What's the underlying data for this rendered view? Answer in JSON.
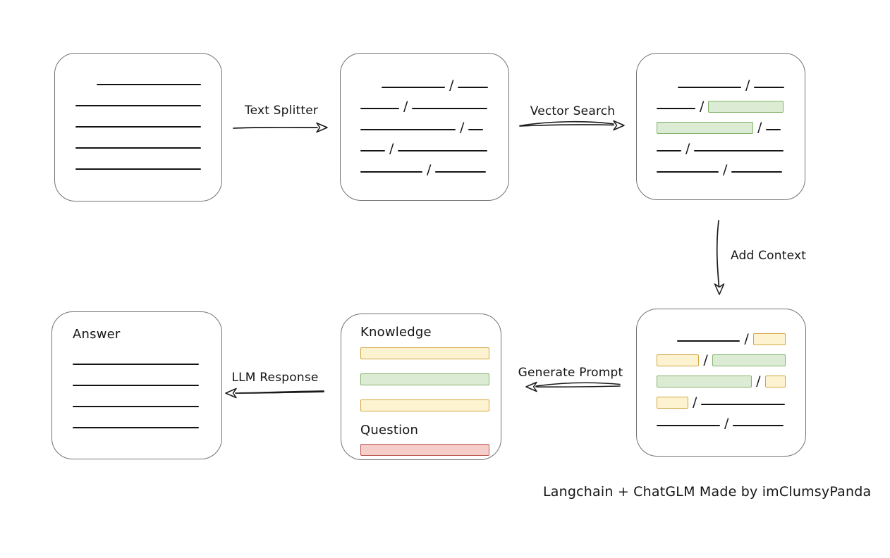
{
  "labels": {
    "text_splitter": "Text Splitter",
    "vector_search": "Vector Search",
    "add_context": "Add Context",
    "generate_prompt": "Generate Prompt",
    "llm_response": "LLM Response",
    "knowledge": "Knowledge",
    "question": "Question",
    "answer": "Answer",
    "caption": "Langchain + ChatGLM Made by imClumsyPanda"
  },
  "colors": {
    "green_fill": "#dcebd3",
    "green_stroke": "#85b36a",
    "yellow_fill": "#fdf3d1",
    "yellow_stroke": "#d2a53e",
    "red_fill": "#f5cdc9",
    "red_stroke": "#bb5a54",
    "line": "#141414",
    "node_border": "#737373"
  },
  "boxes": {
    "document": {
      "rows": [
        [
          {
            "t": "sp",
            "w": 30
          },
          {
            "t": "ln",
            "w": 149
          }
        ],
        [
          {
            "t": "ln",
            "w": 179
          }
        ],
        [
          {
            "t": "ln",
            "w": 179
          }
        ],
        [
          {
            "t": "ln",
            "w": 179
          }
        ],
        [
          {
            "t": "ln",
            "w": 179
          }
        ]
      ]
    },
    "chunks": {
      "rows": [
        [
          {
            "t": "sp",
            "w": 30
          },
          {
            "t": "ln",
            "w": 90
          },
          {
            "t": "sl"
          },
          {
            "t": "ln",
            "w": 43
          }
        ],
        [
          {
            "t": "ln",
            "w": 55
          },
          {
            "t": "sl"
          },
          {
            "t": "ln",
            "w": 107
          }
        ],
        [
          {
            "t": "ln",
            "w": 135
          },
          {
            "t": "sl"
          },
          {
            "t": "ln",
            "w": 21
          }
        ],
        [
          {
            "t": "ln",
            "w": 35
          },
          {
            "t": "sl"
          },
          {
            "t": "ln",
            "w": 127
          }
        ],
        [
          {
            "t": "ln",
            "w": 88
          },
          {
            "t": "sl"
          },
          {
            "t": "ln",
            "w": 72
          }
        ]
      ]
    },
    "vector": {
      "rows": [
        [
          {
            "t": "sp",
            "w": 30
          },
          {
            "t": "ln",
            "w": 90
          },
          {
            "t": "sl"
          },
          {
            "t": "ln",
            "w": 43
          }
        ],
        [
          {
            "t": "ln",
            "w": 55
          },
          {
            "t": "sl"
          },
          {
            "t": "gr",
            "w": 107
          }
        ],
        [
          {
            "t": "gr",
            "w": 137
          },
          {
            "t": "sl"
          },
          {
            "t": "ln",
            "w": 21
          }
        ],
        [
          {
            "t": "ln",
            "w": 35
          },
          {
            "t": "sl"
          },
          {
            "t": "ln",
            "w": 127
          }
        ],
        [
          {
            "t": "ln",
            "w": 88
          },
          {
            "t": "sl"
          },
          {
            "t": "ln",
            "w": 72
          }
        ]
      ]
    },
    "context": {
      "rows": [
        [
          {
            "t": "sp",
            "w": 30
          },
          {
            "t": "ln",
            "w": 93
          },
          {
            "t": "sl"
          },
          {
            "t": "ye",
            "w": 48
          }
        ],
        [
          {
            "t": "ye",
            "w": 62
          },
          {
            "t": "sl"
          },
          {
            "t": "gr",
            "w": 107
          }
        ],
        [
          {
            "t": "gr",
            "w": 138
          },
          {
            "t": "sl"
          },
          {
            "t": "ye",
            "w": 30
          }
        ],
        [
          {
            "t": "ye",
            "w": 45
          },
          {
            "t": "sl"
          },
          {
            "t": "ln",
            "w": 119
          }
        ],
        [
          {
            "t": "ln",
            "w": 90
          },
          {
            "t": "sl"
          },
          {
            "t": "ln",
            "w": 72
          }
        ]
      ]
    },
    "prompt": {
      "knowledge_bars": [
        "ye",
        "gr",
        "ye"
      ],
      "question_bars": [
        "re"
      ]
    },
    "answer": {
      "lines": 4
    }
  }
}
